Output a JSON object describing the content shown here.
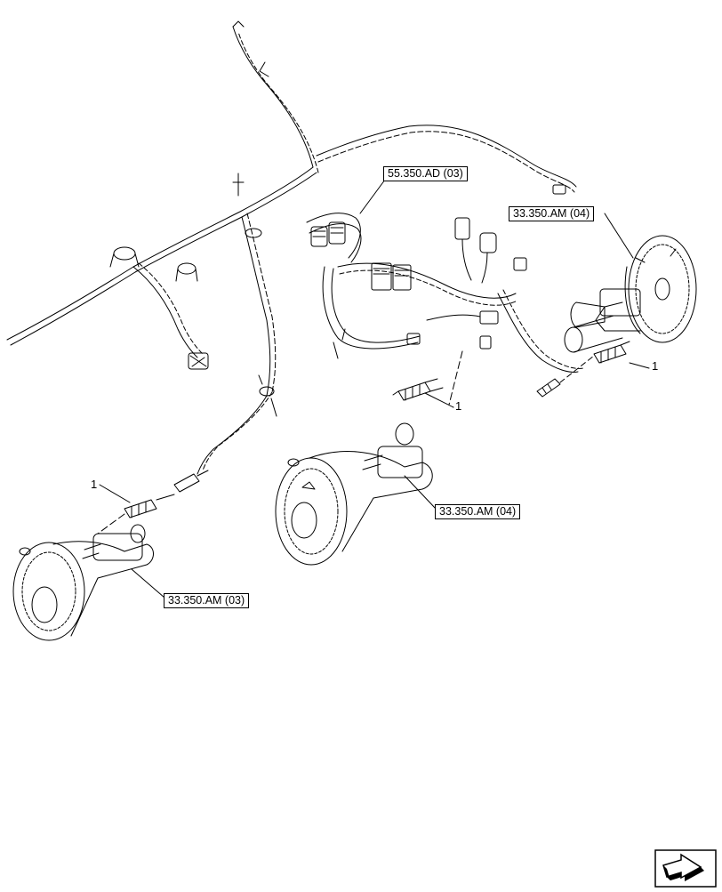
{
  "references": {
    "ref_55_350_ad": "55.350.AD (03)",
    "ref_33_350_am_top": "33.350.AM (04)",
    "ref_33_350_am_mid": "33.350.AM (04)",
    "ref_33_350_am_low": "33.350.AM (03)"
  },
  "callouts": {
    "item_right": "1",
    "item_center": "1",
    "item_left": "1"
  },
  "icons": {
    "navigation": "next-page-arrow-icon"
  },
  "colors": {
    "line": "#000000",
    "background": "#ffffff"
  }
}
